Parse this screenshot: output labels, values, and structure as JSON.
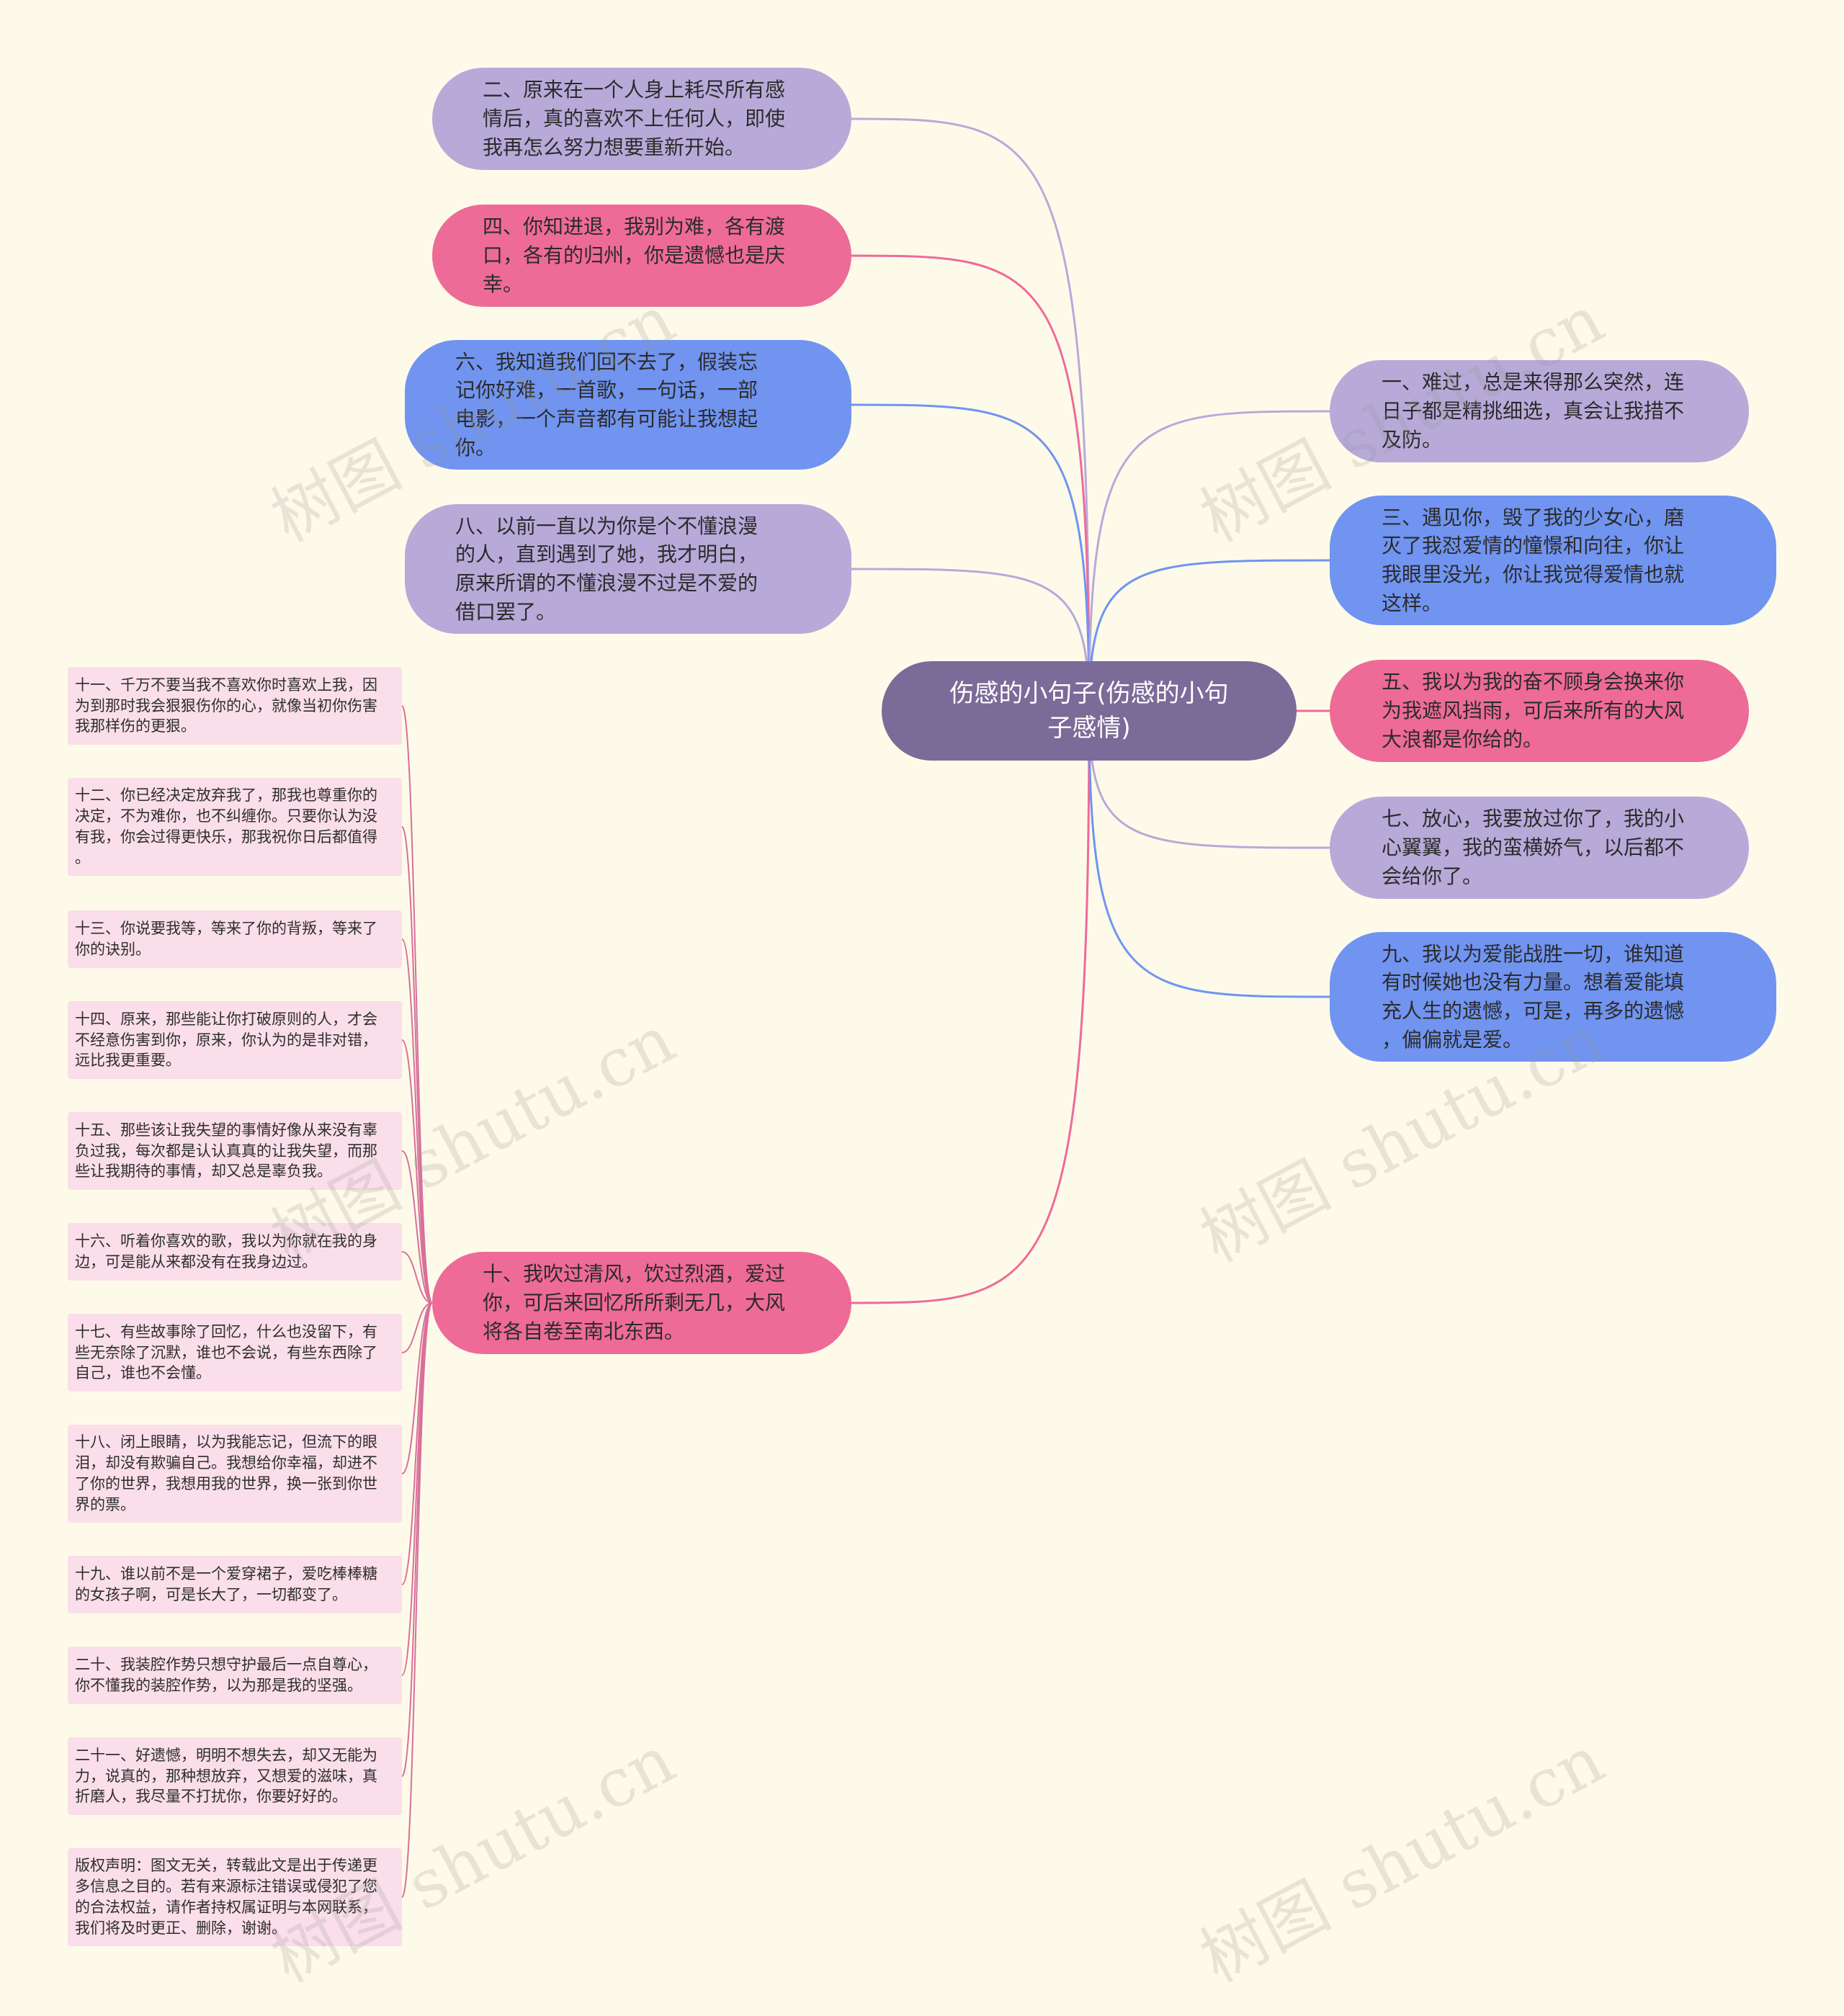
{
  "root": {
    "label": "伤感的小句子(伤感的小句\n子感情)"
  },
  "colors": {
    "lavender": "#b7aad9",
    "pink": "#ee6b97",
    "blue": "#7094f0",
    "root": "#7b6b98",
    "leaf": "#fadee9",
    "leaf_link": "#d8709a"
  },
  "left_branches": [
    {
      "id": "b2",
      "text": "二、原来在一个人身上耗尽所有感\n情后，真的喜欢不上任何人，即使\n我再怎么努力想要重新开始。",
      "color": "lavender"
    },
    {
      "id": "b4",
      "text": "四、你知进退，我别为难，各有渡\n口，各有的归州，你是遗憾也是庆\n幸。",
      "color": "pink"
    },
    {
      "id": "b6",
      "text": "六、我知道我们回不去了，假装忘\n记你好难，一首歌，一句话，一部\n电影，一个声音都有可能让我想起\n你。",
      "color": "blue"
    },
    {
      "id": "b8",
      "text": "八、以前一直以为你是个不懂浪漫\n的人，直到遇到了她，我才明白，\n原来所谓的不懂浪漫不过是不爱的\n借口罢了。",
      "color": "lavender"
    },
    {
      "id": "b10",
      "text": "十、我吹过清风，饮过烈酒，爱过\n你，可后来回忆所所剩无几，大风\n将各自卷至南北东西。",
      "color": "pink"
    }
  ],
  "right_branches": [
    {
      "id": "b1",
      "text": "一、难过，总是来得那么突然，连\n日子都是精挑细选，真会让我措不\n及防。",
      "color": "lavender"
    },
    {
      "id": "b3",
      "text": "三、遇见你，毁了我的少女心，磨\n灭了我怼爱情的憧憬和向往，你让\n我眼里没光，你让我觉得爱情也就\n这样。",
      "color": "blue"
    },
    {
      "id": "b5",
      "text": "五、我以为我的奋不顾身会换来你\n为我遮风挡雨，可后来所有的大风\n大浪都是你给的。",
      "color": "pink"
    },
    {
      "id": "b7",
      "text": "七、放心，我要放过你了，我的小\n心翼翼，我的蛮横娇气，以后都不\n会给你了。",
      "color": "lavender"
    },
    {
      "id": "b9",
      "text": "九、我以为爱能战胜一切，谁知道\n有时候她也没有力量。想着爱能填\n充人生的遗憾，可是，再多的遗憾\n，偏偏就是爱。",
      "color": "blue"
    }
  ],
  "leaves": [
    {
      "text": "十一、千万不要当我不喜欢你时喜欢上我，因\n为到那时我会狠狠伤你的心，就像当初你伤害\n我那样伤的更狠。"
    },
    {
      "text": "十二、你已经决定放弃我了，那我也尊重你的\n决定，不为难你，也不纠缠你。只要你认为没\n有我，你会过得更快乐，那我祝你日后都值得\n。"
    },
    {
      "text": "十三、你说要我等，等来了你的背叛，等来了\n你的诀别。"
    },
    {
      "text": "十四、原来，那些能让你打破原则的人，才会\n不经意伤害到你，原来，你认为的是非对错，\n远比我更重要。"
    },
    {
      "text": "十五、那些该让我失望的事情好像从来没有辜\n负过我，每次都是认认真真的让我失望，而那\n些让我期待的事情，却又总是辜负我。"
    },
    {
      "text": "十六、听着你喜欢的歌，我以为你就在我的身\n边，可是能从来都没有在我身边过。"
    },
    {
      "text": "十七、有些故事除了回忆，什么也没留下，有\n些无奈除了沉默，谁也不会说，有些东西除了\n自己，谁也不会懂。"
    },
    {
      "text": "十八、闭上眼睛，以为我能忘记，但流下的眼\n泪，却没有欺骗自己。我想给你幸福，却进不\n了你的世界，我想用我的世界，换一张到你世\n界的票。"
    },
    {
      "text": "十九、谁以前不是一个爱穿裙子，爱吃棒棒糖\n的女孩子啊，可是长大了，一切都变了。"
    },
    {
      "text": "二十、我装腔作势只想守护最后一点自尊心，\n你不懂我的装腔作势，以为那是我的坚强。"
    },
    {
      "text": "二十一、好遗憾，明明不想失去，却又无能为\n力，说真的，那种想放弃，又想爱的滋味，真\n折磨人，我尽量不打扰你，你要好好的。"
    },
    {
      "text": "版权声明：图文无关，转载此文是出于传递更\n多信息之目的。若有来源标注错误或侵犯了您\n的合法权益，请作者持权属证明与本网联系，\n我们将及时更正、删除，谢谢。"
    }
  ],
  "watermark": {
    "text": "树图 shutu.cn"
  }
}
